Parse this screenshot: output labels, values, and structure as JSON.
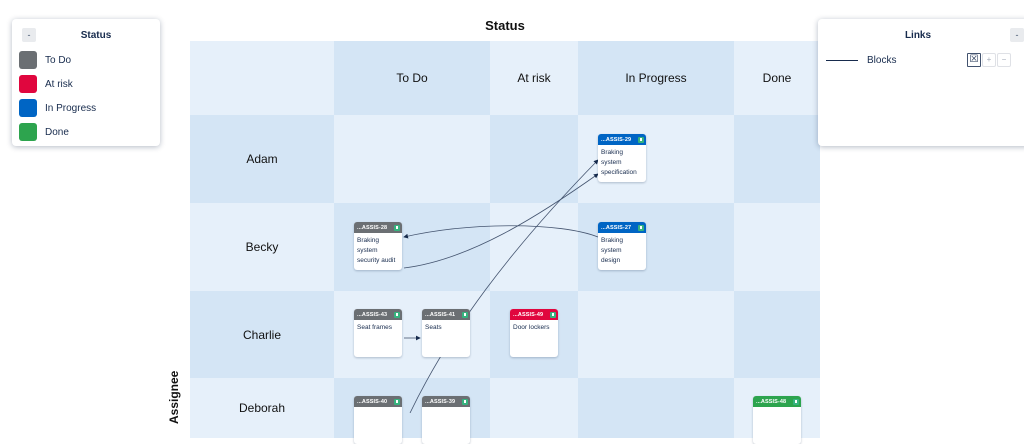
{
  "matrix": {
    "x_title": "Status",
    "y_title": "Assignee",
    "columns": [
      "To Do",
      "At risk",
      "In Progress",
      "Done"
    ],
    "rows": [
      "Adam",
      "Becky",
      "Charlie",
      "Deborah"
    ]
  },
  "cards": [
    {
      "key": "...ASSIS-29",
      "summary": [
        "Braking",
        "system",
        "specification"
      ],
      "color": "#0065c4"
    },
    {
      "key": "...ASSIS-28",
      "summary": [
        "Braking",
        "system",
        "security audit",
        "..."
      ],
      "color": "#6b6f73"
    },
    {
      "key": "...ASSIS-27",
      "summary": [
        "Braking",
        "system",
        "design"
      ],
      "color": "#0065c4"
    },
    {
      "key": "...ASSIS-43",
      "summary": [
        "Seat frames"
      ],
      "color": "#6b6f73"
    },
    {
      "key": "...ASSIS-41",
      "summary": [
        "Seats"
      ],
      "color": "#6b6f73"
    },
    {
      "key": "...ASSIS-49",
      "summary": [
        "Door lockers"
      ],
      "color": "#e0063e"
    },
    {
      "key": "...ASSIS-40",
      "summary": [],
      "color": "#6b6f73"
    },
    {
      "key": "...ASSIS-39",
      "summary": [],
      "color": "#6b6f73"
    },
    {
      "key": "...ASSIS-48",
      "summary": [],
      "color": "#2da44e"
    }
  ],
  "status_legend": {
    "title": "Status",
    "collapse_label": "-",
    "items": [
      {
        "label": "To Do",
        "color": "#6b6f73"
      },
      {
        "label": "At risk",
        "color": "#e0063e"
      },
      {
        "label": "In Progress",
        "color": "#0065c4"
      },
      {
        "label": "Done",
        "color": "#2da44e"
      }
    ]
  },
  "links_panel": {
    "title": "Links",
    "collapse_label": "-",
    "items": [
      {
        "label": "Blocks",
        "checked": true
      }
    ],
    "checkbox_label": "☒",
    "plus_label": "+",
    "minus_label": "−"
  }
}
